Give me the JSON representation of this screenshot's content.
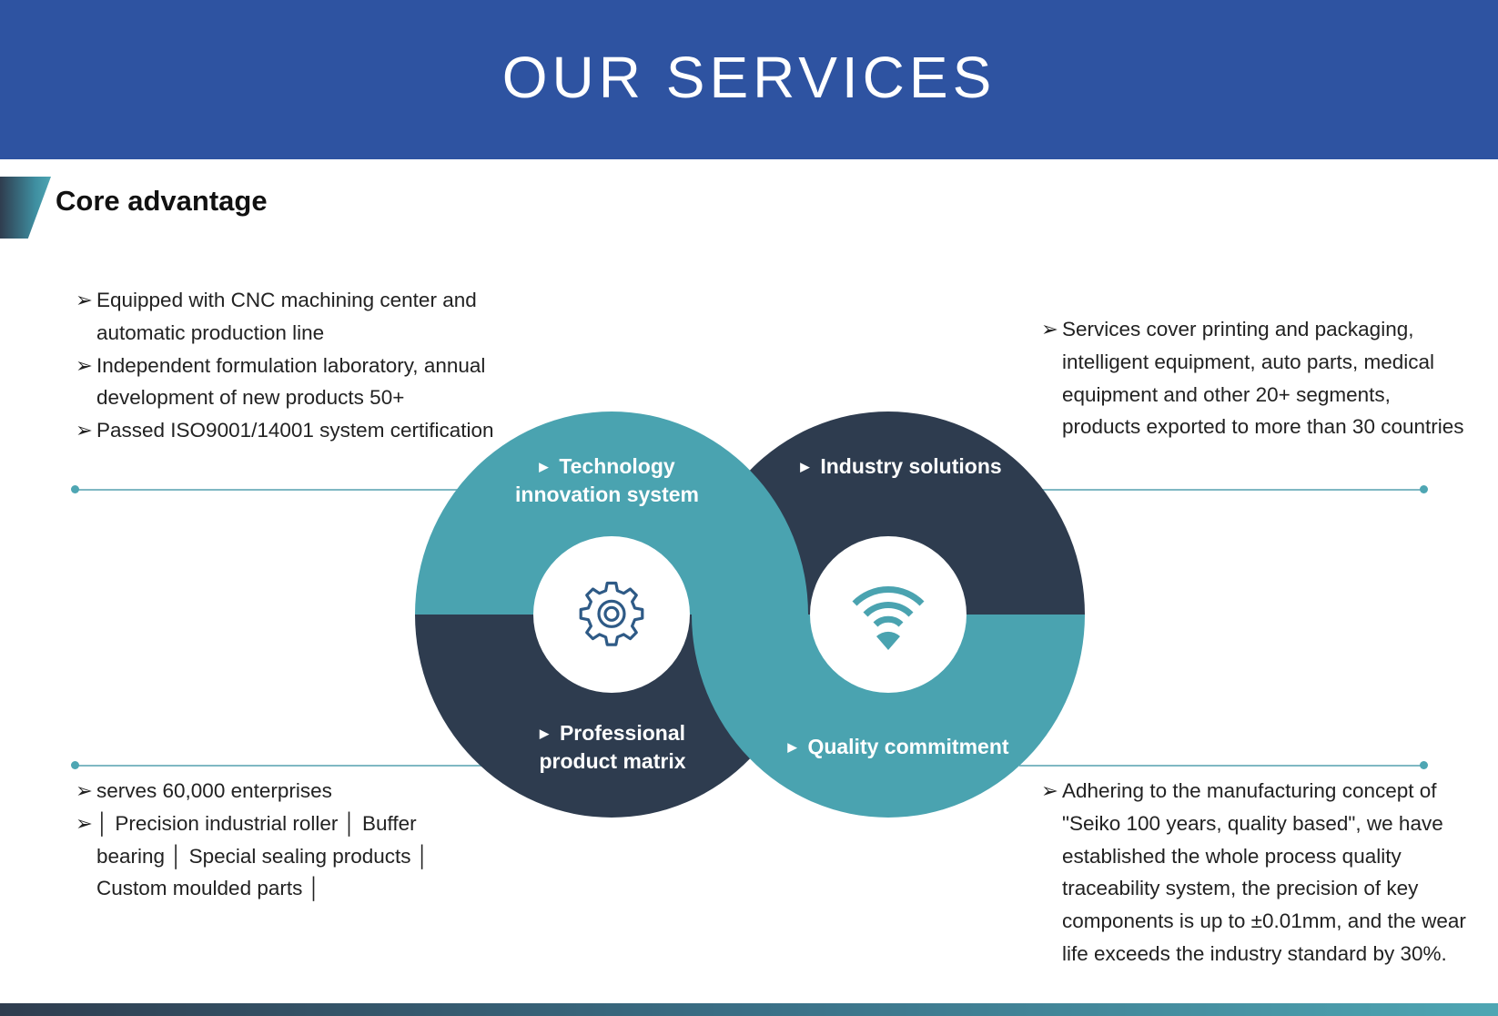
{
  "header": {
    "title": "OUR SERVICES"
  },
  "section": {
    "title": "Core advantage"
  },
  "blocks": {
    "top_left": [
      "Equipped with CNC machining center and automatic production line",
      "Independent formulation laboratory, annual development of new products 50+",
      "Passed ISO9001/14001 system certification"
    ],
    "top_right": [
      "Services cover printing and packaging, intelligent equipment, auto parts, medical equipment and other 20+ segments, products exported to more than 30 countries"
    ],
    "bottom_left": [
      "serves 60,000 enterprises",
      "│ Precision industrial roller │ Buffer bearing │ Special sealing products │ Custom moulded parts │"
    ],
    "bottom_right": [
      "Adhering to the manufacturing concept of \"Seiko 100 years, quality based\", we have established the whole process quality traceability system, the precision of key components is up to ±0.01mm, and the wear life exceeds the industry standard by 30%."
    ]
  },
  "diagram": {
    "labels": {
      "technology_line1": "Technology",
      "technology_line2": "innovation system",
      "industry": "Industry solutions",
      "professional_line1": "Professional",
      "professional_line2": "product matrix",
      "quality": "Quality commitment"
    },
    "icons": {
      "left": "gear-icon",
      "right": "wifi-icon"
    }
  },
  "colors": {
    "header": "#2e53a1",
    "teal": "#4aa3b0",
    "navy": "#2e3c4f",
    "line": "#7fb8c3"
  }
}
